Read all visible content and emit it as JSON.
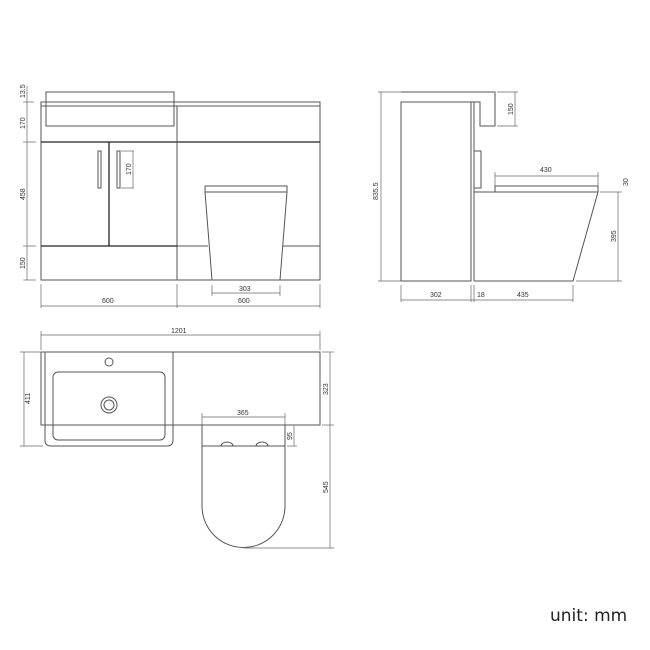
{
  "unit_label": "unit: mm",
  "front_view": {
    "dims": {
      "basin_lip": "13.5",
      "basin_height": "170",
      "door_height": "458",
      "plinth": "150",
      "handle": "170",
      "pan_base_width": "303",
      "left_unit_width": "600",
      "right_unit_width": "600"
    }
  },
  "side_view": {
    "dims": {
      "total_height": "835.5",
      "basin_overhang": "150",
      "seat_length": "430",
      "seat_thickness": "30",
      "pan_height": "395",
      "unit_depth": "302",
      "panel": "18",
      "pan_depth": "435"
    }
  },
  "top_view": {
    "dims": {
      "total_width": "1201",
      "basin_depth": "411",
      "unit_depth": "323",
      "pan_width": "365",
      "seat_offset": "95",
      "pan_projection": "545"
    }
  }
}
